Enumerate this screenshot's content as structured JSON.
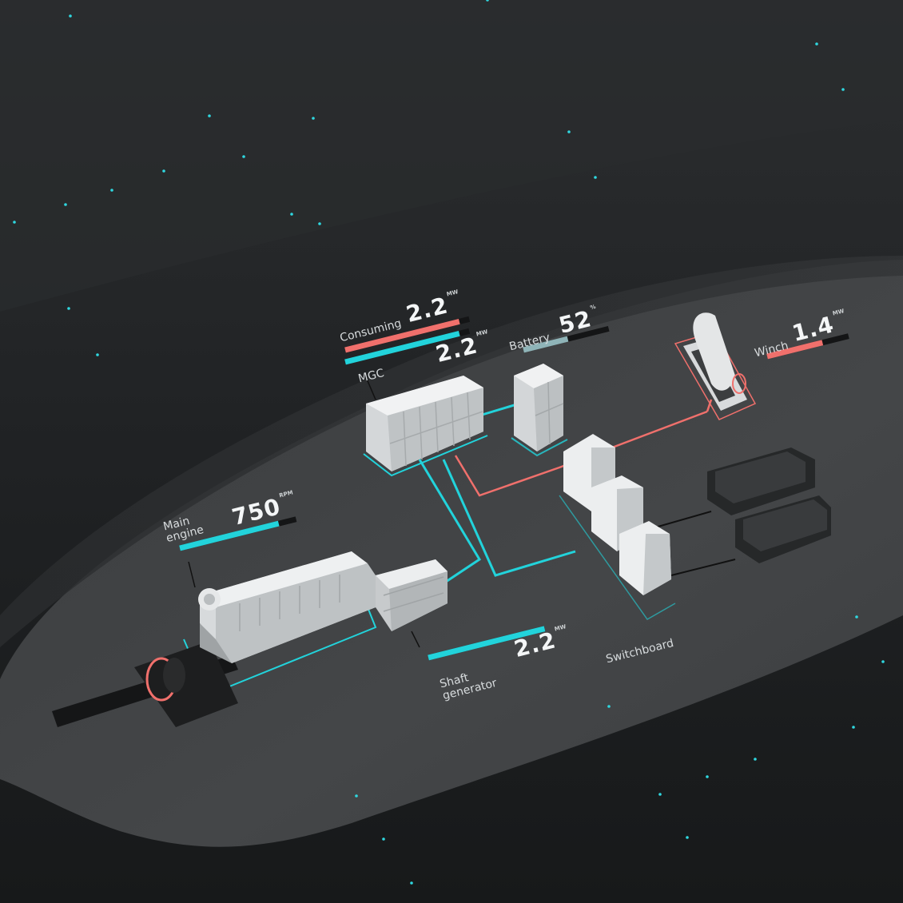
{
  "colors": {
    "accent_cyan": "#22d3db",
    "accent_red": "#f0706c",
    "battery_bar": "#8fb4b8",
    "hull": "#444648",
    "background": "#1c1e20"
  },
  "consuming": {
    "label": "Consuming",
    "value": "2.2",
    "unit": "MW",
    "level": 0.92
  },
  "mgc": {
    "label": "MGC",
    "value": "2.2",
    "unit": "MW",
    "level": 0.92
  },
  "battery": {
    "label": "Battery",
    "value": "52",
    "unit": "%",
    "level": 0.52
  },
  "winch": {
    "label": "Winch",
    "value": "1.4",
    "unit": "MW",
    "level": 0.68
  },
  "main_engine": {
    "label_line1": "Main",
    "label_line2": "engine",
    "value": "750",
    "unit": "RPM",
    "level": 0.85
  },
  "shaft_generator": {
    "label_line1": "Shaft",
    "label_line2": "generator",
    "value": "2.2",
    "unit": "MW",
    "level": 1.0
  },
  "switchboard": {
    "label": "Switchboard"
  }
}
